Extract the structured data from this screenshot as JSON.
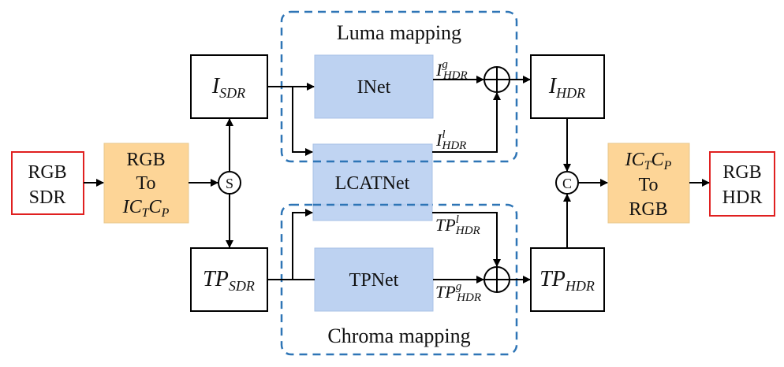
{
  "colors": {
    "conversion_fill": "#FDD597",
    "network_fill": "#BDD2F1",
    "io_border": "#E02020",
    "group_border": "#2E75B6",
    "line": "#000000"
  },
  "groups": {
    "luma": {
      "label": "Luma mapping"
    },
    "chroma": {
      "label": "Chroma mapping"
    }
  },
  "nodes": {
    "input": {
      "line1": "RGB",
      "line2": "SDR"
    },
    "rgb_to_ictcp": {
      "line1": "RGB",
      "line2": "To",
      "line3_main": "IC",
      "line3_sub1": "T",
      "line3_mid": "C",
      "line3_sub2": "P"
    },
    "split": {
      "label": "S"
    },
    "i_sdr": {
      "main": "I",
      "sub": "SDR"
    },
    "tp_sdr": {
      "main": "TP",
      "sub": "SDR"
    },
    "inet": {
      "label": "INet"
    },
    "lcatnet": {
      "label": "LCATNet"
    },
    "tpnet": {
      "label": "TPNet"
    },
    "i_hdr": {
      "main": "I",
      "sub": "HDR"
    },
    "tp_hdr": {
      "main": "TP",
      "sub": "HDR"
    },
    "concat": {
      "label": "C"
    },
    "ictcp_to_rgb": {
      "line1_main": "IC",
      "line1_sub1": "T",
      "line1_mid": "C",
      "line1_sub2": "P",
      "line2": "To",
      "line3": "RGB"
    },
    "output": {
      "line1": "RGB",
      "line2": "HDR"
    }
  },
  "edge_labels": {
    "i_hdr_g": {
      "main": "I",
      "sup": "g",
      "sub": "HDR"
    },
    "i_hdr_l": {
      "main": "I",
      "sup": "l",
      "sub": "HDR"
    },
    "tp_hdr_l": {
      "main": "TP",
      "sup": "l",
      "sub": "HDR"
    },
    "tp_hdr_g": {
      "main": "TP",
      "sup": "g",
      "sub": "HDR"
    }
  }
}
